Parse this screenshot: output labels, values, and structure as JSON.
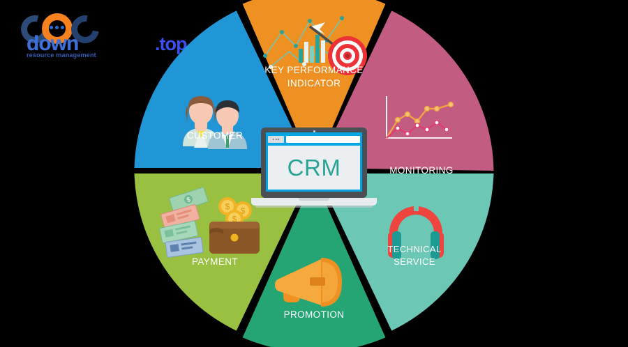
{
  "logo": {
    "word": "down",
    "subtitle": "resource management",
    "tld": ".top",
    "colors": {
      "blue": "#3f6fd8",
      "dark_blue": "#2d4b79",
      "orange": "#f5821f",
      "tld_blue": "#3b4ef0"
    }
  },
  "center": {
    "name": "crm-laptop",
    "screen_text": "CRM",
    "screen_text_color": "#2aa396",
    "browser_frame_color": "#00a5e3"
  },
  "chart_data": {
    "type": "pie",
    "title": "CRM",
    "subtype": "donut-wheel-diagram",
    "legend": "none",
    "categories": [
      "KEY PERFORMANCE INDICATOR",
      "MONITORING",
      "TECHNICAL SERVICE",
      "PROMOTION",
      "PAYMENT",
      "CUSTOMER"
    ],
    "values": [
      16.67,
      16.67,
      16.67,
      16.67,
      16.67,
      16.67
    ],
    "colors": [
      "#ef9122",
      "#c25c83",
      "#6cc7b5",
      "#25a474",
      "#9ac042",
      "#2196d6"
    ]
  },
  "segments": [
    {
      "id": "kpi",
      "label_line1": "KEY PERFORMANCE",
      "label_line2": "INDICATOR",
      "color": "#ef9122",
      "icon": "target-bar-chart-icon",
      "start_angle": -60,
      "end_angle": 0
    },
    {
      "id": "monitoring",
      "label_line1": "MONITORING",
      "label_line2": "",
      "color": "#c25c83",
      "icon": "line-chart-icon",
      "start_angle": 0,
      "end_angle": 60
    },
    {
      "id": "technical-service",
      "label_line1": "TECHNICAL",
      "label_line2": "SERVICE",
      "color": "#6cc7b5",
      "icon": "headphones-icon",
      "start_angle": 60,
      "end_angle": 120
    },
    {
      "id": "promotion",
      "label_line1": "PROMOTION",
      "label_line2": "",
      "color": "#25a474",
      "icon": "megaphone-icon",
      "start_angle": 120,
      "end_angle": 180
    },
    {
      "id": "payment",
      "label_line1": "PAYMENT",
      "label_line2": "",
      "color": "#9ac042",
      "icon": "wallet-money-icon",
      "start_angle": 180,
      "end_angle": 240
    },
    {
      "id": "customer",
      "label_line1": "CUSTOMER",
      "label_line2": "",
      "color": "#2196d6",
      "icon": "two-people-icon",
      "start_angle": 240,
      "end_angle": 300
    }
  ],
  "background_color": "#000000"
}
